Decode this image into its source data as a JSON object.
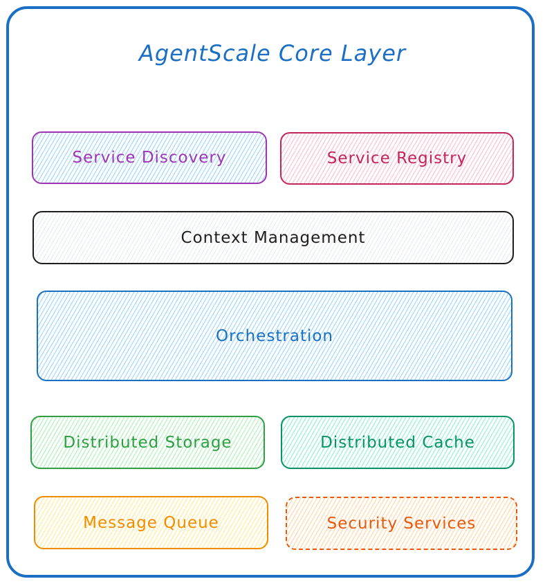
{
  "diagram": {
    "title": "AgentScale Core Layer",
    "title_color": "#1a6fc4",
    "components": [
      {
        "id": "service-discovery",
        "label": "Service Discovery",
        "stroke": "#9c36b5",
        "text": "#9c36b5",
        "fill": "#a5d8ff",
        "border": "solid"
      },
      {
        "id": "service-registry",
        "label": "Service Registry",
        "stroke": "#c2255c",
        "text": "#c2255c",
        "fill": "#fcc2d7",
        "border": "solid"
      },
      {
        "id": "context-management",
        "label": "Context Management",
        "stroke": "#1e1e1e",
        "text": "#1e1e1e",
        "fill": "#e9ecef",
        "border": "solid"
      },
      {
        "id": "orchestration",
        "label": "Orchestration",
        "stroke": "#1971c2",
        "text": "#1971c2",
        "fill": "#a5d8ff",
        "border": "solid"
      },
      {
        "id": "distributed-storage",
        "label": "Distributed Storage",
        "stroke": "#2f9e44",
        "text": "#2f9e44",
        "fill": "#b2f2bb",
        "border": "solid"
      },
      {
        "id": "distributed-cache",
        "label": "Distributed Cache",
        "stroke": "#099268",
        "text": "#099268",
        "fill": "#96f2d7",
        "border": "solid"
      },
      {
        "id": "message-queue",
        "label": "Message Queue",
        "stroke": "#f08c00",
        "text": "#f08c00",
        "fill": "#ffec99",
        "border": "solid"
      },
      {
        "id": "security-services",
        "label": "Security Services",
        "stroke": "#e8590c",
        "text": "#e8590c",
        "fill": "#ffd8a8",
        "border": "dashed"
      }
    ]
  }
}
